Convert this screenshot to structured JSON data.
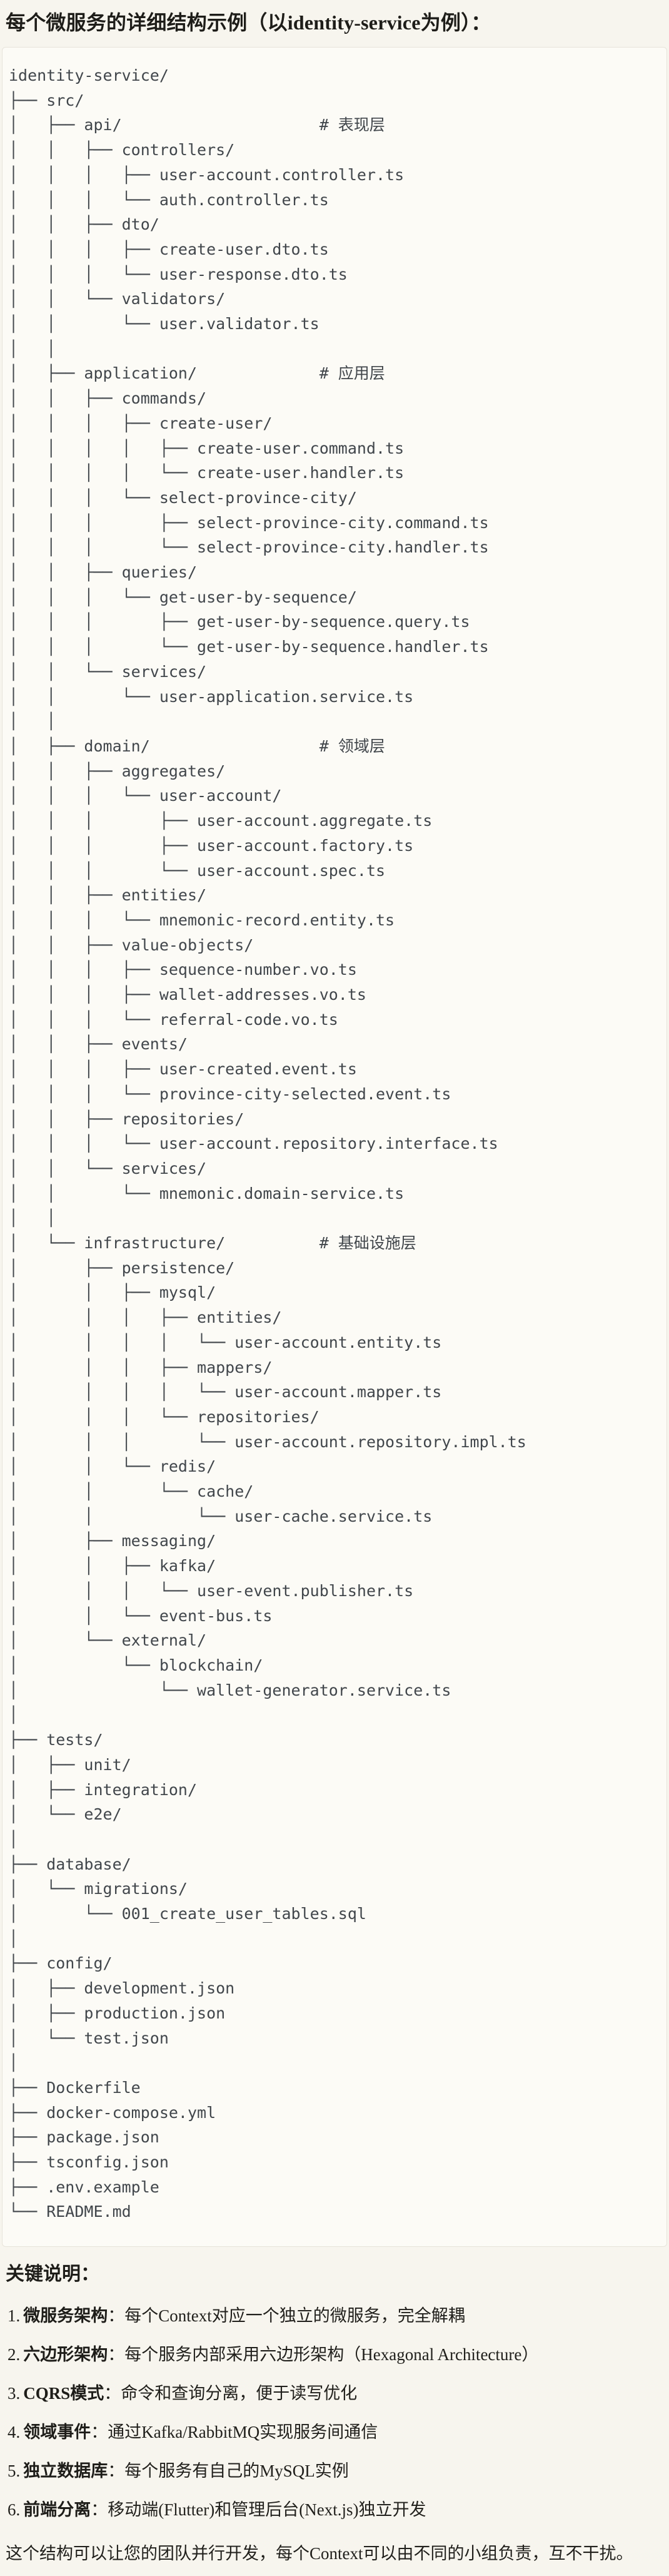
{
  "page": {
    "title": "每个微服务的详细结构示例（以identity-service为例）："
  },
  "code_block": {
    "language": "plaintext-tree",
    "lines": [
      "identity-service/",
      "├── src/",
      "│   ├── api/                     # 表现层",
      "│   │   ├── controllers/",
      "│   │   │   ├── user-account.controller.ts",
      "│   │   │   └── auth.controller.ts",
      "│   │   ├── dto/",
      "│   │   │   ├── create-user.dto.ts",
      "│   │   │   └── user-response.dto.ts",
      "│   │   └── validators/",
      "│   │       └── user.validator.ts",
      "│   │",
      "│   ├── application/             # 应用层",
      "│   │   ├── commands/",
      "│   │   │   ├── create-user/",
      "│   │   │   │   ├── create-user.command.ts",
      "│   │   │   │   └── create-user.handler.ts",
      "│   │   │   └── select-province-city/",
      "│   │   │       ├── select-province-city.command.ts",
      "│   │   │       └── select-province-city.handler.ts",
      "│   │   ├── queries/",
      "│   │   │   └── get-user-by-sequence/",
      "│   │   │       ├── get-user-by-sequence.query.ts",
      "│   │   │       └── get-user-by-sequence.handler.ts",
      "│   │   └── services/",
      "│   │       └── user-application.service.ts",
      "│   │",
      "│   ├── domain/                  # 领域层",
      "│   │   ├── aggregates/",
      "│   │   │   └── user-account/",
      "│   │   │       ├── user-account.aggregate.ts",
      "│   │   │       ├── user-account.factory.ts",
      "│   │   │       └── user-account.spec.ts",
      "│   │   ├── entities/",
      "│   │   │   └── mnemonic-record.entity.ts",
      "│   │   ├── value-objects/",
      "│   │   │   ├── sequence-number.vo.ts",
      "│   │   │   ├── wallet-addresses.vo.ts",
      "│   │   │   └── referral-code.vo.ts",
      "│   │   ├── events/",
      "│   │   │   ├── user-created.event.ts",
      "│   │   │   └── province-city-selected.event.ts",
      "│   │   ├── repositories/",
      "│   │   │   └── user-account.repository.interface.ts",
      "│   │   └── services/",
      "│   │       └── mnemonic.domain-service.ts",
      "│   │",
      "│   └── infrastructure/          # 基础设施层",
      "│       ├── persistence/",
      "│       │   ├── mysql/",
      "│       │   │   ├── entities/",
      "│       │   │   │   └── user-account.entity.ts",
      "│       │   │   ├── mappers/",
      "│       │   │   │   └── user-account.mapper.ts",
      "│       │   │   └── repositories/",
      "│       │   │       └── user-account.repository.impl.ts",
      "│       │   └── redis/",
      "│       │       └── cache/",
      "│       │           └── user-cache.service.ts",
      "│       ├── messaging/",
      "│       │   ├── kafka/",
      "│       │   │   └── user-event.publisher.ts",
      "│       │   └── event-bus.ts",
      "│       └── external/",
      "│           └── blockchain/",
      "│               └── wallet-generator.service.ts",
      "│",
      "├── tests/",
      "│   ├── unit/",
      "│   ├── integration/",
      "│   └── e2e/",
      "│",
      "├── database/",
      "│   └── migrations/",
      "│       └── 001_create_user_tables.sql",
      "│",
      "├── config/",
      "│   ├── development.json",
      "│   ├── production.json",
      "│   └── test.json",
      "│",
      "├── Dockerfile",
      "├── docker-compose.yml",
      "├── package.json",
      "├── tsconfig.json",
      "├── .env.example",
      "└── README.md"
    ]
  },
  "notes": {
    "heading": "关键说明：",
    "items": [
      {
        "num": "1.",
        "label": "微服务架构",
        "rest": "：每个Context对应一个独立的微服务，完全解耦"
      },
      {
        "num": "2.",
        "label": "六边形架构",
        "rest": "：每个服务内部采用六边形架构（Hexagonal Architecture）"
      },
      {
        "num": "3.",
        "label": "CQRS模式",
        "rest": "：命令和查询分离，便于读写优化"
      },
      {
        "num": "4.",
        "label": "领域事件",
        "rest": "：通过Kafka/RabbitMQ实现服务间通信"
      },
      {
        "num": "5.",
        "label": "独立数据库",
        "rest": "：每个服务有自己的MySQL实例"
      },
      {
        "num": "6.",
        "label": "前端分离",
        "rest": "：移动端(Flutter)和管理后台(Next.js)独立开发"
      }
    ],
    "footer": "这个结构可以让您的团队并行开发，每个Context可以由不同的小组负责，互不干扰。"
  }
}
